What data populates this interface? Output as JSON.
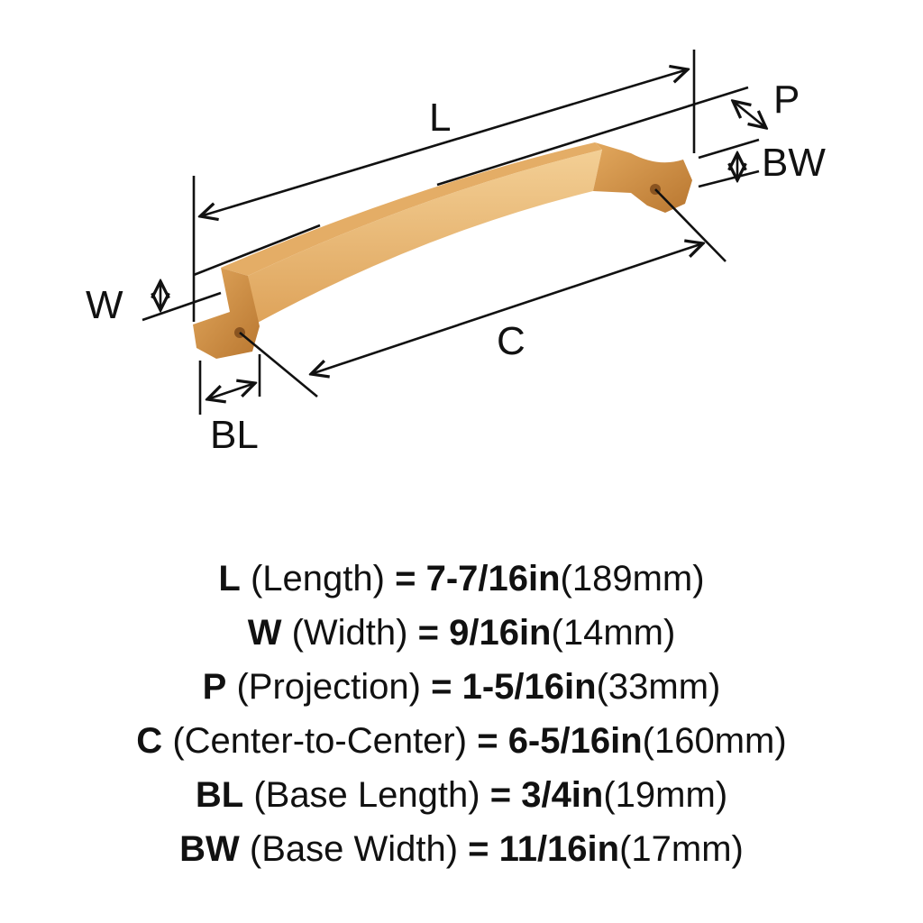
{
  "diagram": {
    "labels": {
      "L": "L",
      "P": "P",
      "BW": "BW",
      "W": "W",
      "C": "C",
      "BL": "BL"
    },
    "colors": {
      "finish_light": "#e9b870",
      "finish_mid": "#d79a4f",
      "finish_dark": "#b9772f",
      "line": "#111111"
    }
  },
  "specs": [
    {
      "code": "L",
      "name": "(Length)",
      "eq": "=",
      "imperial": "7-7/16in",
      "metric": "(189mm)"
    },
    {
      "code": "W",
      "name": "(Width)",
      "eq": "=",
      "imperial": "9/16in",
      "metric": "(14mm)"
    },
    {
      "code": "P",
      "name": "(Projection)",
      "eq": "=",
      "imperial": "1-5/16in",
      "metric": "(33mm)"
    },
    {
      "code": "C",
      "name": "(Center-to-Center)",
      "eq": "=",
      "imperial": "6-5/16in",
      "metric": "(160mm)"
    },
    {
      "code": "BL",
      "name": "(Base Length)",
      "eq": "=",
      "imperial": "3/4in",
      "metric": "(19mm)"
    },
    {
      "code": "BW",
      "name": "(Base Width)",
      "eq": "=",
      "imperial": "11/16in",
      "metric": "(17mm)"
    }
  ]
}
